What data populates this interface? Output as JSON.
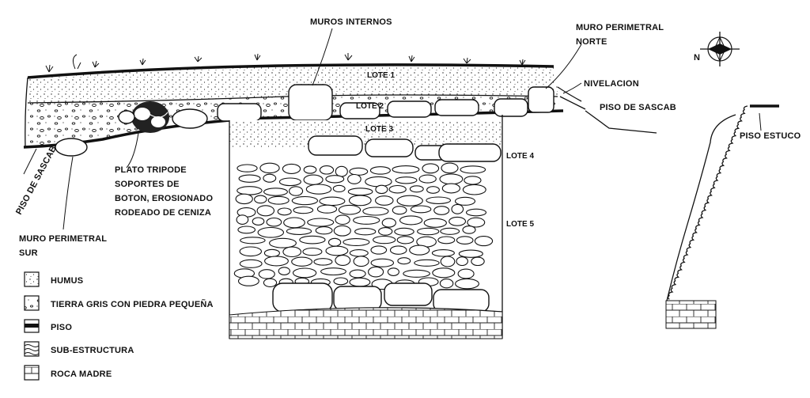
{
  "labels": {
    "muros_internos": "MUROS INTERNOS",
    "muro_perimetral_norte_1": "MURO PERIMETRAL",
    "muro_perimetral_norte_2": "NORTE",
    "north": "N",
    "lote1": "LOTE 1",
    "lote2": "LOTE 2",
    "lote3": "LOTE 3",
    "lote4": "LOTE 4",
    "lote5": "LOTE 5",
    "nivelacion": "NIVELACION",
    "piso_sascab_right": "PISO DE SASCAB",
    "piso_estuco": "PISO ESTUCO",
    "piso_sascab_left": "PISO DE SASCAB",
    "plato_1": "PLATO TRIPODE",
    "plato_2": "SOPORTES DE",
    "plato_3": "BOTON, EROSIONADO",
    "plato_4": "RODEADO DE CENIZA",
    "muro_perimetral_sur_1": "MURO PERIMETRAL",
    "muro_perimetral_sur_2": "SUR"
  },
  "legend": [
    {
      "label": "HUMUS",
      "pattern": "humus"
    },
    {
      "label": "TIERRA GRIS CON PIEDRA PEQUEÑA",
      "pattern": "tierra"
    },
    {
      "label": "PISO",
      "pattern": "piso"
    },
    {
      "label": "SUB-ESTRUCTURA",
      "pattern": "sub"
    },
    {
      "label": "ROCA MADRE",
      "pattern": "roca"
    }
  ]
}
